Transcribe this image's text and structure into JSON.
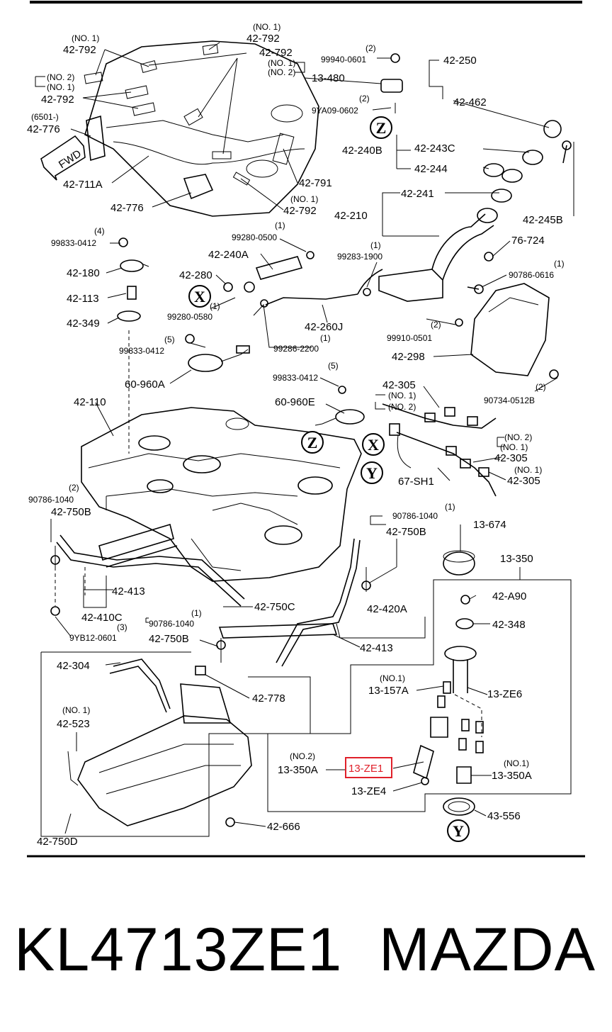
{
  "diagram": {
    "labels": [
      {
        "id": "l1",
        "text": "(NO. 1)"
      },
      {
        "id": "l2",
        "text": "42-792"
      },
      {
        "id": "l3",
        "text": "(NO. 1)"
      },
      {
        "id": "l4",
        "text": "42-792"
      },
      {
        "id": "l5",
        "text": "(NO. 2)"
      },
      {
        "id": "l6",
        "text": "(NO. 1)"
      },
      {
        "id": "l7",
        "text": "42-792"
      },
      {
        "id": "l8",
        "text": "42-792"
      },
      {
        "id": "l9",
        "text": "(NO. 1)"
      },
      {
        "id": "l10",
        "text": "(NO. 2)"
      },
      {
        "id": "l11",
        "text": "(6501-)"
      },
      {
        "id": "l12",
        "text": "42-776"
      },
      {
        "id": "l13",
        "text": "42-711A"
      },
      {
        "id": "l14",
        "text": "42-776"
      },
      {
        "id": "l15",
        "text": "42-791"
      },
      {
        "id": "l16",
        "text": "(NO. 1)"
      },
      {
        "id": "l17",
        "text": "42-792"
      },
      {
        "id": "l18",
        "text": "(2)"
      },
      {
        "id": "l19",
        "text": "99940-0601"
      },
      {
        "id": "l20",
        "text": "13-480"
      },
      {
        "id": "l21",
        "text": "(2)"
      },
      {
        "id": "l22",
        "text": "9YA09-0602"
      },
      {
        "id": "l23",
        "text": "42-250"
      },
      {
        "id": "l24",
        "text": "42-462"
      },
      {
        "id": "l25",
        "text": "42-240B"
      },
      {
        "id": "l26",
        "text": "42-243C"
      },
      {
        "id": "l27",
        "text": "42-244"
      },
      {
        "id": "l28",
        "text": "42-241"
      },
      {
        "id": "l29",
        "text": "42-210"
      },
      {
        "id": "l30",
        "text": "42-245B"
      },
      {
        "id": "l31",
        "text": "76-724"
      },
      {
        "id": "l32",
        "text": "(1)"
      },
      {
        "id": "l33",
        "text": "90786-0616"
      },
      {
        "id": "l34",
        "text": "(4)"
      },
      {
        "id": "l35",
        "text": "99833-0412"
      },
      {
        "id": "l36",
        "text": "42-180"
      },
      {
        "id": "l37",
        "text": "42-113"
      },
      {
        "id": "l38",
        "text": "42-349"
      },
      {
        "id": "l39",
        "text": "(1)"
      },
      {
        "id": "l40",
        "text": "99280-0500"
      },
      {
        "id": "l41",
        "text": "42-240A"
      },
      {
        "id": "l42",
        "text": "42-280"
      },
      {
        "id": "l43",
        "text": "(1)"
      },
      {
        "id": "l44",
        "text": "99280-0580"
      },
      {
        "id": "l45",
        "text": "(1)"
      },
      {
        "id": "l46",
        "text": "99283-1900"
      },
      {
        "id": "l47",
        "text": "42-260J"
      },
      {
        "id": "l48",
        "text": "(1)"
      },
      {
        "id": "l49",
        "text": "(2)"
      },
      {
        "id": "l50",
        "text": "99910-0501"
      },
      {
        "id": "l51",
        "text": "42-298"
      },
      {
        "id": "l52",
        "text": "99286-2200"
      },
      {
        "id": "l53",
        "text": "(5)"
      },
      {
        "id": "l54",
        "text": "99833-0412"
      },
      {
        "id": "l55",
        "text": "60-960A"
      },
      {
        "id": "l56",
        "text": "(5)"
      },
      {
        "id": "l57",
        "text": "99833-0412"
      },
      {
        "id": "l58",
        "text": "60-960E"
      },
      {
        "id": "l59",
        "text": "42-305"
      },
      {
        "id": "l60",
        "text": "(NO. 1)"
      },
      {
        "id": "l61",
        "text": "(NO. 2)"
      },
      {
        "id": "l62",
        "text": "(2)"
      },
      {
        "id": "l63",
        "text": "90734-0512B"
      },
      {
        "id": "l64",
        "text": "42-110"
      },
      {
        "id": "l65",
        "text": "(NO. 2)"
      },
      {
        "id": "l66",
        "text": "(NO. 1)"
      },
      {
        "id": "l67",
        "text": "42-305"
      },
      {
        "id": "l68",
        "text": "(NO. 1)"
      },
      {
        "id": "l69",
        "text": "42-305"
      },
      {
        "id": "l70",
        "text": "67-SH1"
      },
      {
        "id": "l71",
        "text": "(2)"
      },
      {
        "id": "l72",
        "text": "90786-1040"
      },
      {
        "id": "l73",
        "text": "42-750B"
      },
      {
        "id": "l74",
        "text": "(1)"
      },
      {
        "id": "l75",
        "text": "90786-1040"
      },
      {
        "id": "l76",
        "text": "42-750B"
      },
      {
        "id": "l77",
        "text": "13-674"
      },
      {
        "id": "l78",
        "text": "13-350"
      },
      {
        "id": "l79",
        "text": "42-413"
      },
      {
        "id": "l80",
        "text": "42-A90"
      },
      {
        "id": "l81",
        "text": "42-750C"
      },
      {
        "id": "l82",
        "text": "42-410C"
      },
      {
        "id": "l83",
        "text": "42-420A"
      },
      {
        "id": "l84",
        "text": "42-348"
      },
      {
        "id": "l85",
        "text": "(1)"
      },
      {
        "id": "l86",
        "text": "90786-1040"
      },
      {
        "id": "l87",
        "text": "(3)"
      },
      {
        "id": "l88",
        "text": "9YB12-0601"
      },
      {
        "id": "l89",
        "text": "42-750B"
      },
      {
        "id": "l90",
        "text": "42-413"
      },
      {
        "id": "l91",
        "text": "42-304"
      },
      {
        "id": "l92",
        "text": "42-778"
      },
      {
        "id": "l93",
        "text": "(NO.1)"
      },
      {
        "id": "l94",
        "text": "13-157A"
      },
      {
        "id": "l95",
        "text": "13-ZE6"
      },
      {
        "id": "l96",
        "text": "(NO. 1)"
      },
      {
        "id": "l97",
        "text": "42-523"
      },
      {
        "id": "l98",
        "text": "(NO.2)"
      },
      {
        "id": "l99",
        "text": "13-350A"
      },
      {
        "id": "l100",
        "text": "13-ZE1"
      },
      {
        "id": "l101",
        "text": "(NO.1)"
      },
      {
        "id": "l102",
        "text": "13-350A"
      },
      {
        "id": "l103",
        "text": "13-ZE4"
      },
      {
        "id": "l104",
        "text": "43-556"
      },
      {
        "id": "l105",
        "text": "42-666"
      },
      {
        "id": "l106",
        "text": "42-750D"
      },
      {
        "id": "l107",
        "text": "FWD"
      }
    ],
    "callouts": [
      {
        "id": "c1",
        "letter": "Z"
      },
      {
        "id": "c2",
        "letter": "X"
      },
      {
        "id": "c3",
        "letter": "Z"
      },
      {
        "id": "c4",
        "letter": "X"
      },
      {
        "id": "c5",
        "letter": "Y"
      },
      {
        "id": "c6",
        "letter": "Y"
      }
    ],
    "highlight_color": "#e0202a"
  },
  "caption": {
    "part_number": "KL4713ZE1",
    "brand": "MAZDA"
  }
}
